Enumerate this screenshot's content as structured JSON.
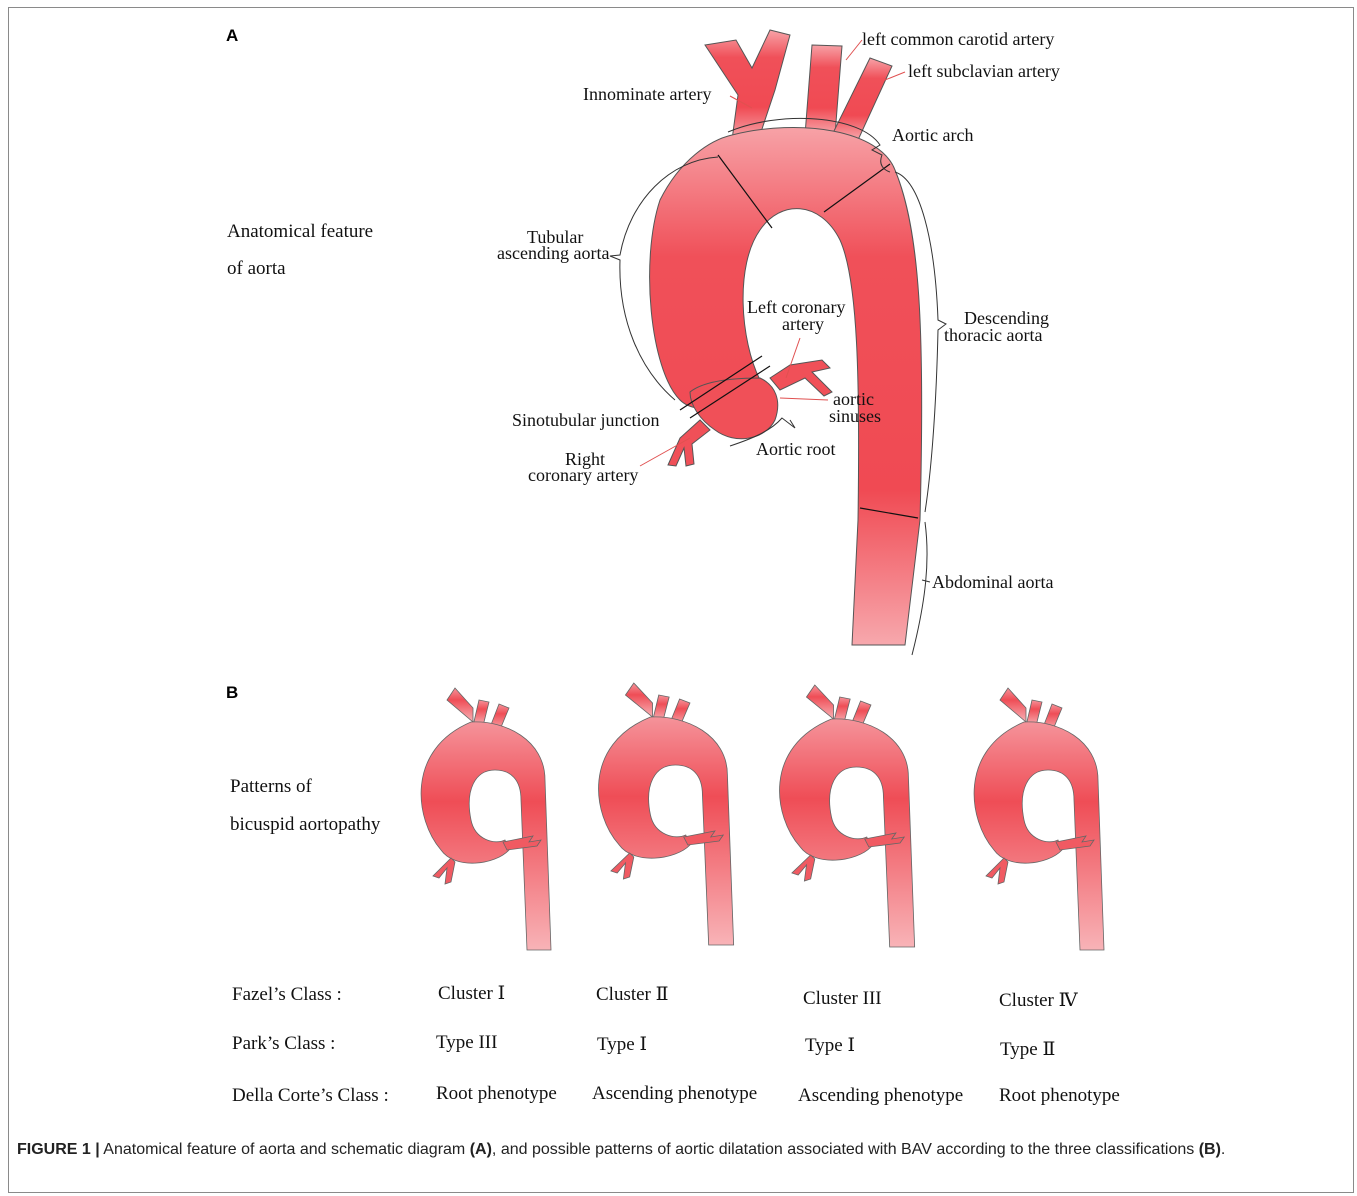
{
  "panel_a": {
    "letter": "A",
    "side_label_line1": "Anatomical feature",
    "side_label_line2": "of aorta",
    "labels": {
      "left_common_carotid": "left common carotid artery",
      "left_subclavian": "left subclavian artery",
      "innominate": "Innominate artery",
      "aortic_arch": "Aortic arch",
      "tubular_line1": "Tubular",
      "tubular_line2": "ascending aorta",
      "left_coronary_line1": "Left coronary",
      "left_coronary_line2": "artery",
      "descending_line1": "Descending",
      "descending_line2": "thoracic aorta",
      "aortic_sinuses_line1": "aortic",
      "aortic_sinuses_line2": "sinuses",
      "sinotubular": "Sinotubular junction",
      "right_coronary_line1": "Right",
      "right_coronary_line2": "coronary artery",
      "aortic_root": "Aortic root",
      "abdominal": "Abdominal aorta"
    }
  },
  "panel_b": {
    "letter": "B",
    "side_label_line1": "Patterns of",
    "side_label_line2": "bicuspid aortopathy",
    "row_labels": [
      "Fazel’s Class :",
      "Park’s Class :",
      "Della Corte’s Class :"
    ],
    "columns": [
      {
        "fazel": "Cluster Ⅰ",
        "park": "Type III",
        "della": "Root phenotype"
      },
      {
        "fazel": "Cluster Ⅱ",
        "park": "Type Ⅰ",
        "della": "Ascending phenotype"
      },
      {
        "fazel": "Cluster III",
        "park": "Type Ⅰ",
        "della": "Ascending phenotype"
      },
      {
        "fazel": "Cluster Ⅳ",
        "park": "Type Ⅱ",
        "della": "Root phenotype"
      }
    ]
  },
  "caption": {
    "figure_label": "FIGURE 1 |",
    "text1": " Anatomical feature of aorta and schematic diagram ",
    "ref_a": "(A)",
    "text2": ", and possible patterns of aortic dilatation associated with BAV according to the three classifications ",
    "ref_b": "(B)",
    "text3": "."
  },
  "colors": {
    "aorta_light": "#f9a3a8",
    "aorta": "#f2545c",
    "aorta_dark": "#ee3d47",
    "leader": "#e05050"
  }
}
